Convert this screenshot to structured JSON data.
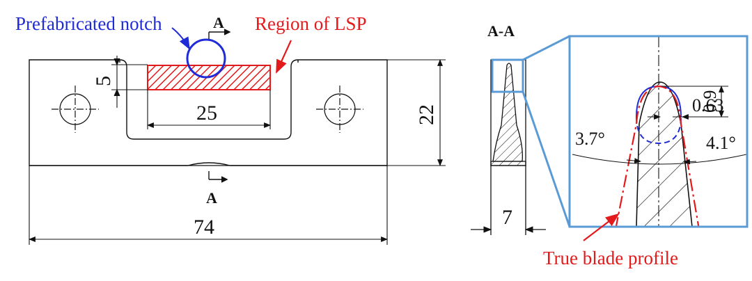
{
  "labels": {
    "prefabricated_notch": "Prefabricated notch",
    "region_of_lsp": "Region of LSP",
    "true_blade_profile": "True blade profile"
  },
  "section": {
    "marker_top": "A",
    "marker_bottom": "A",
    "view_title": "A-A"
  },
  "dimensions": {
    "notch_depth": "5",
    "lsp_length": "25",
    "height": "22",
    "length": "74",
    "thickness": "7",
    "tip_height": "0.9",
    "tip_width": "0.63",
    "left_angle": "3.7°",
    "right_angle": "4.1°"
  },
  "colors": {
    "notch": "#1f2bd6",
    "lsp": "#e31a1c",
    "detail_frame": "#5b9bd5",
    "line": "#111111"
  }
}
